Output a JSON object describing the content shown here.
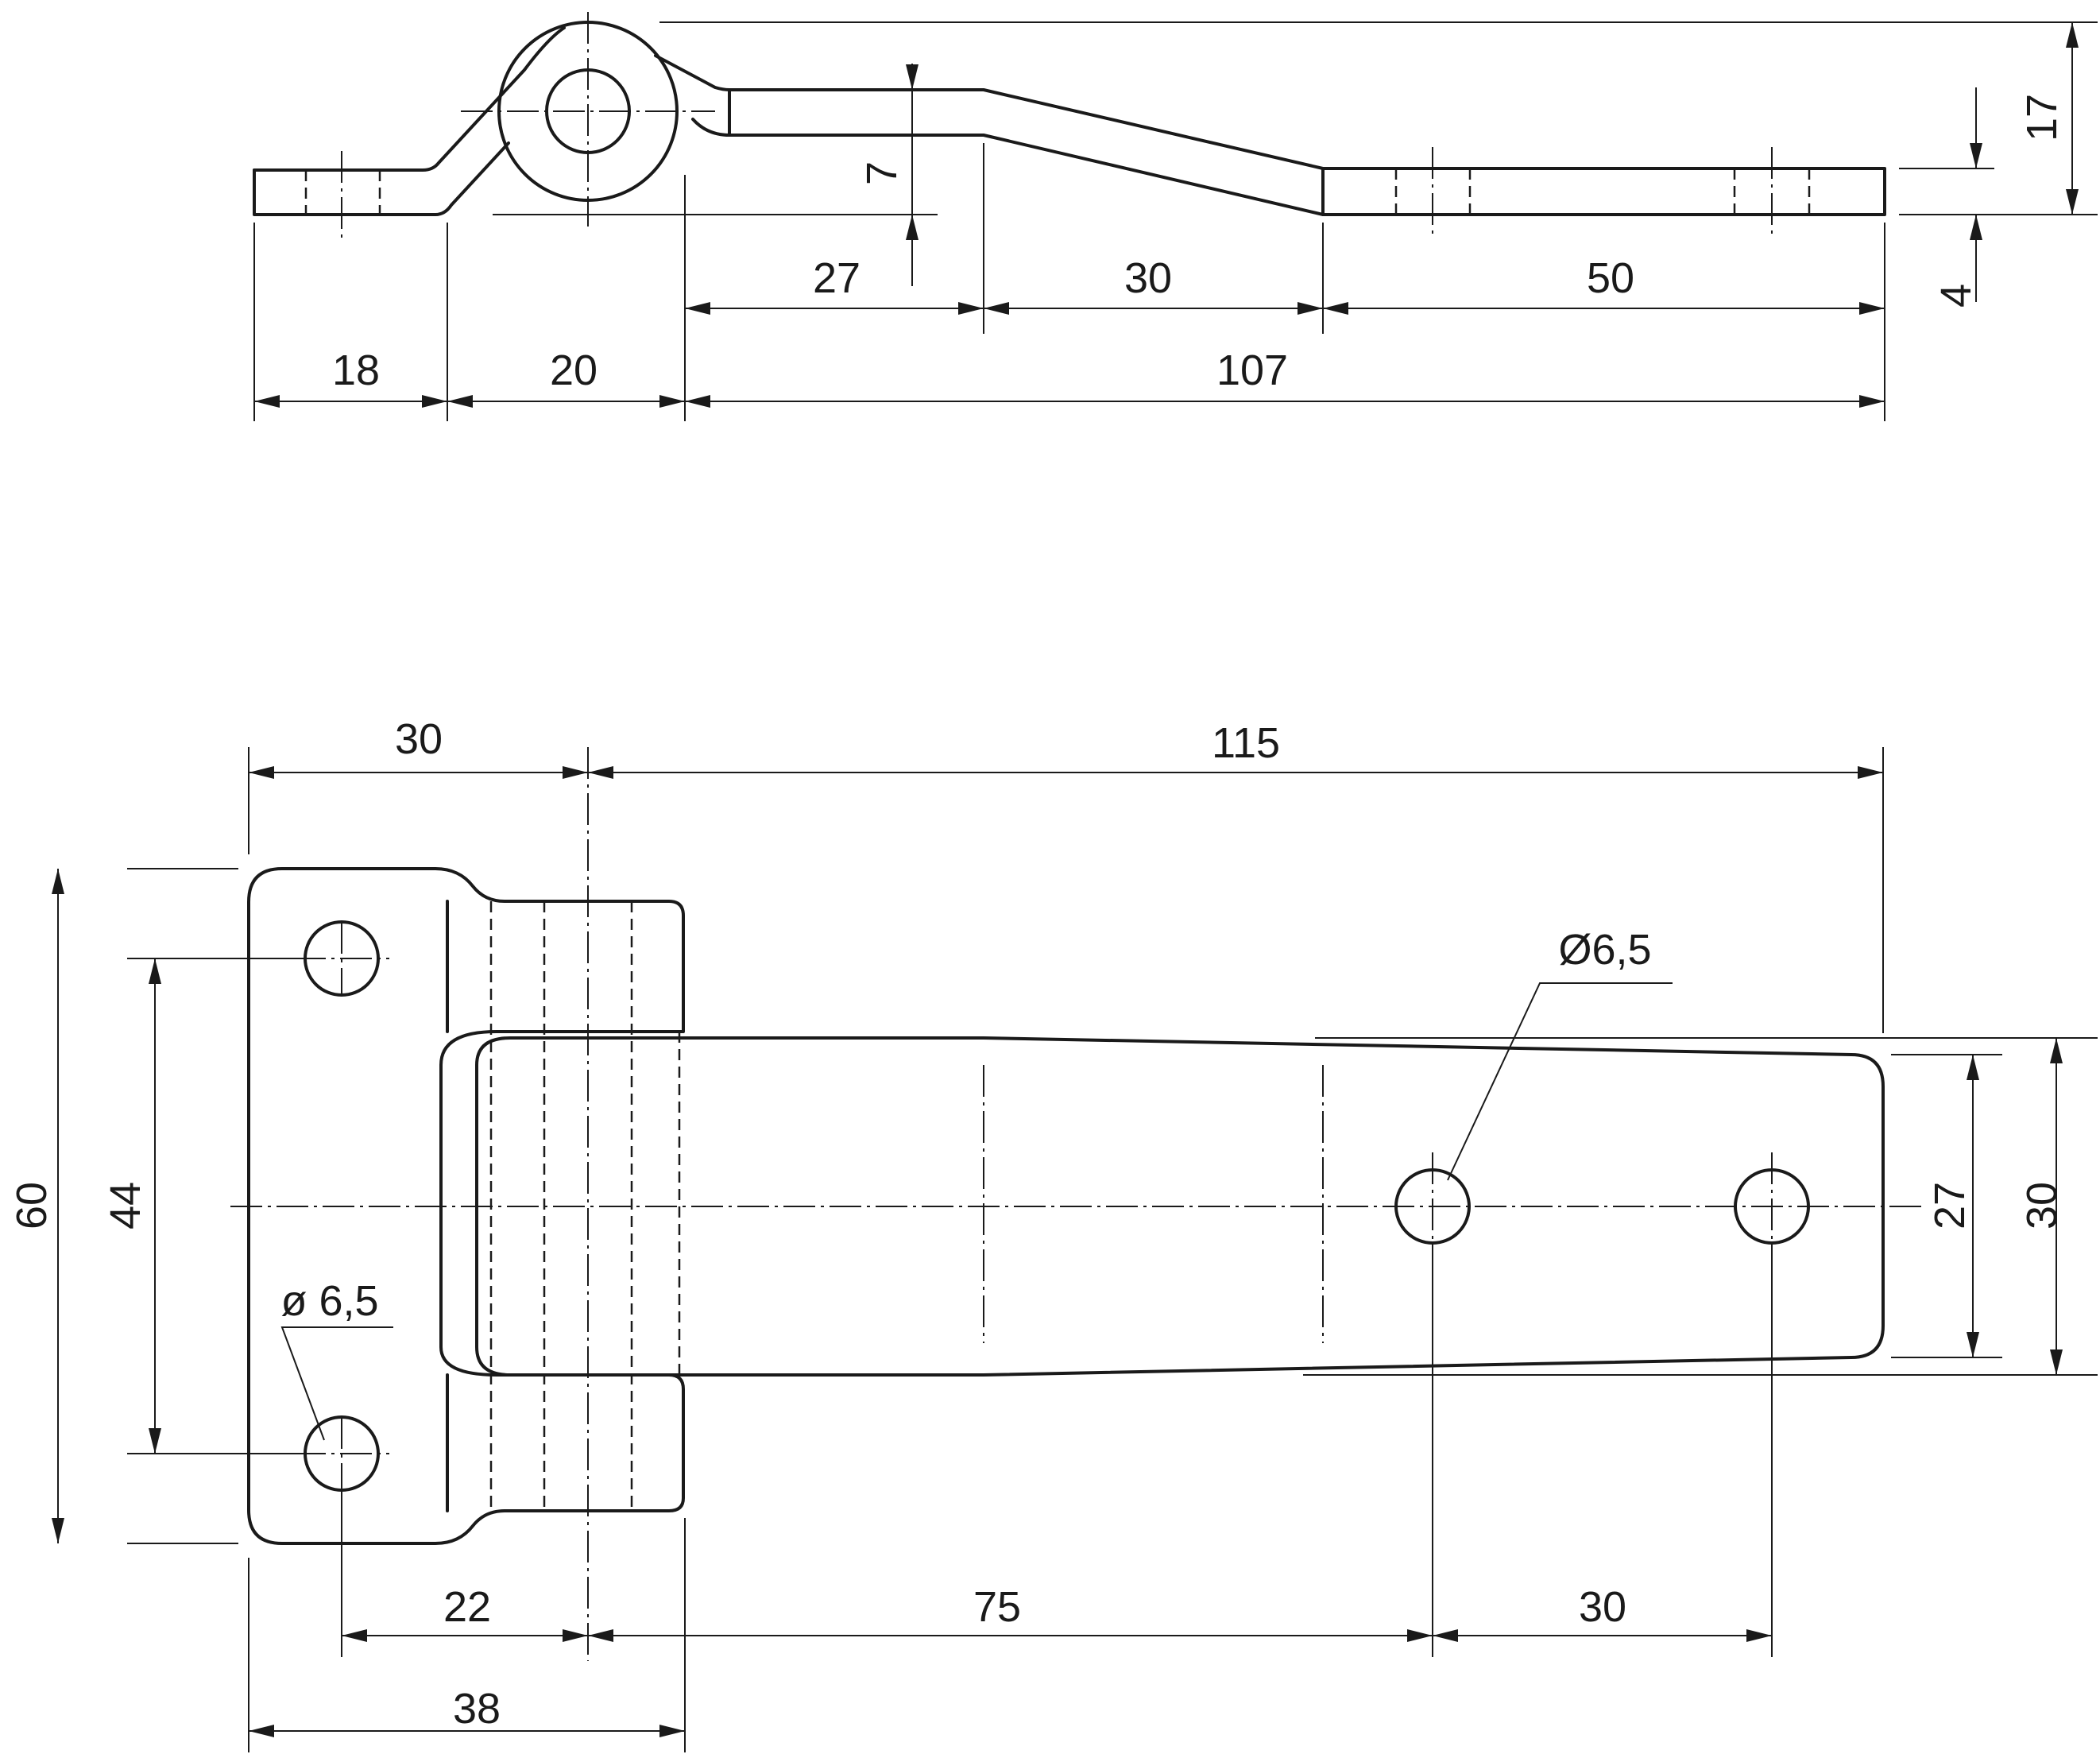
{
  "side_view": {
    "dimensions": {
      "flange_left": "18",
      "knuckle_offset": "20",
      "leaf_segment_1": "27",
      "leaf_segment_2": "30",
      "leaf_segment_3": "50",
      "leaf_length": "107",
      "offset_height": "7",
      "overall_height": "17",
      "thickness": "4"
    }
  },
  "top_view": {
    "dimensions": {
      "flange_width": "30",
      "overall_length": "115",
      "overall_height": "60",
      "hole_spacing_vertical": "44",
      "hole_dia_left": "ø 6,5",
      "hole_dia_right": "Ø6,5",
      "leaf_inner_width": "27",
      "leaf_outer_width": "30",
      "hole_to_axis": "22",
      "axis_to_hole": "75",
      "hole_pitch": "30",
      "flange_depth": "38"
    }
  }
}
